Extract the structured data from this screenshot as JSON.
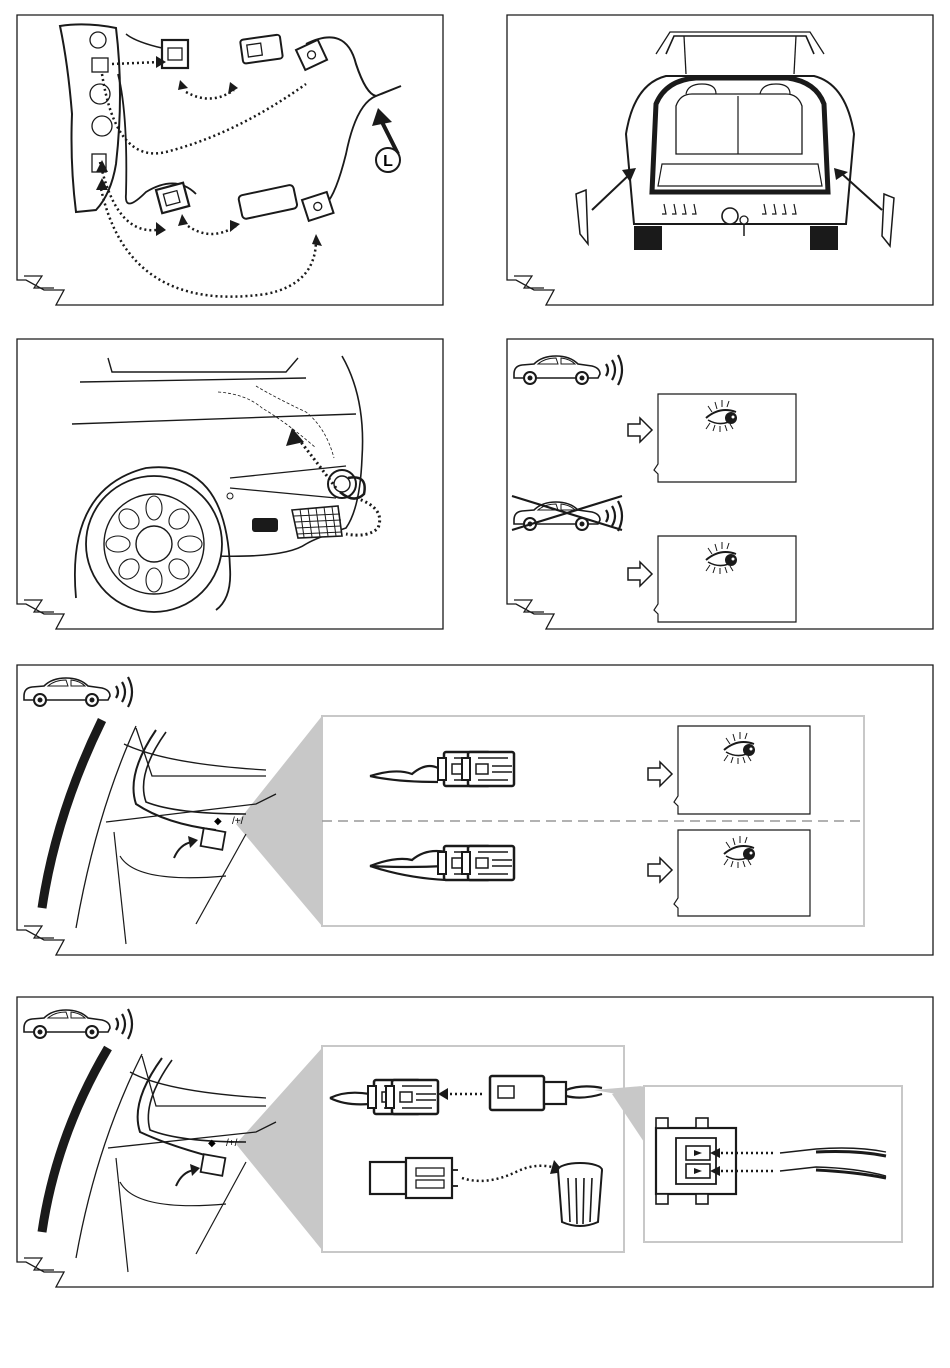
{
  "page": {
    "background": "#ffffff",
    "line_color": "#1a1a1a",
    "zoom_fill": "#c8c8c8"
  },
  "panels": {
    "p1": {
      "label": "L",
      "content": "tail-light-connector-routing"
    },
    "p2": {
      "content": "trunk-open-rear-view"
    },
    "p3": {
      "content": "rear-fender-cable-routing"
    },
    "p4": {
      "content": "check-signal-indication"
    },
    "p5": {
      "content": "connector-check-two-variants"
    },
    "p6": {
      "content": "connector-swap-and-pin-insert"
    }
  },
  "icons": [
    "car-signal-icon",
    "eye-icon",
    "arrow-right-icon",
    "trash-bin-icon",
    "page-corner-icon"
  ]
}
